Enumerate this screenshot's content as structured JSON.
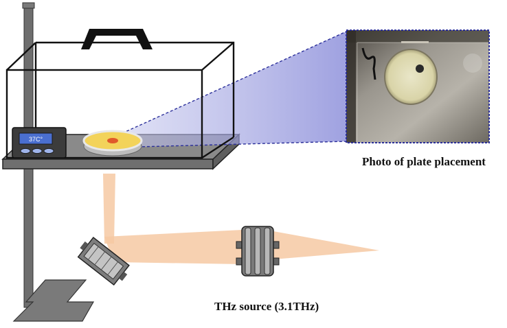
{
  "labels": {
    "photo_caption": "Photo of plate placement",
    "source_caption": "THz source (3.1THz)"
  },
  "incubator": {
    "display_text": "37C°"
  },
  "colors": {
    "beam": "#f6c9a3",
    "stand": "#6e6e6e",
    "shelf": "#8a8a8a",
    "projection": "#2b2f9a",
    "plate_fill": "#f3d35a",
    "sample": "#e05a2a",
    "display_screen": "#4a6fd0"
  },
  "icons": {
    "lens": "lens-icon",
    "mirror": "mirror-icon",
    "petri_dish": "petri-dish-icon",
    "temperature_controller": "thermostat-icon"
  }
}
